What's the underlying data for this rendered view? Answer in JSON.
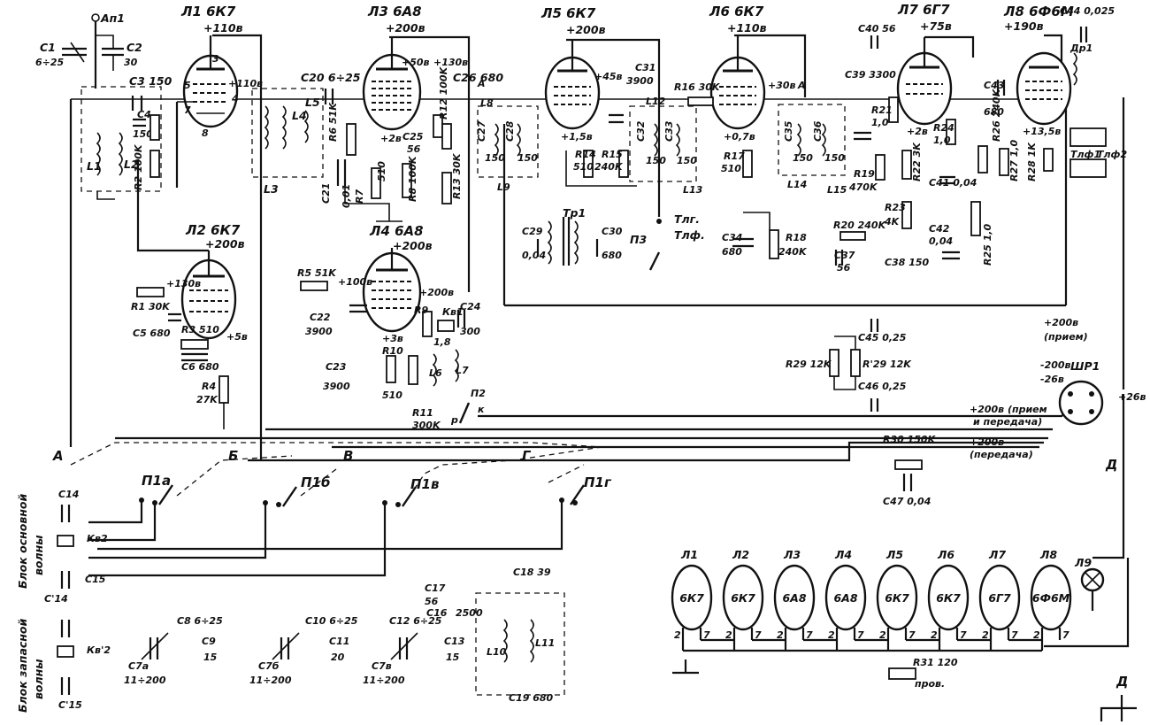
{
  "tubes": [
    {
      "id": "Л1",
      "type": "6К7",
      "label": "Л1 6К7",
      "volt": "+110в"
    },
    {
      "id": "Л2",
      "type": "6К7",
      "label": "Л2 6К7",
      "volt": "+200в"
    },
    {
      "id": "Л3",
      "type": "6А8",
      "label": "Л3 6А8",
      "volt": "+200в"
    },
    {
      "id": "Л4",
      "type": "6А8",
      "label": "Л4 6А8",
      "volt": "+200в"
    },
    {
      "id": "Л5",
      "type": "6К7",
      "label": "Л5 6К7",
      "volt": "+200в"
    },
    {
      "id": "Л6",
      "type": "6К7",
      "label": "Л6 6К7",
      "volt": "+110в"
    },
    {
      "id": "Л7",
      "type": "6Г7",
      "label": "Л7 6Г7",
      "volt": "+75в"
    },
    {
      "id": "Л8",
      "type": "6Ф6М",
      "label": "Л8 6Ф6М",
      "volt": "+190в"
    }
  ],
  "labels": {
    "antenna": "Ап1",
    "c1": "C1",
    "c1v": "6÷25",
    "c2": "C2",
    "c2v": "30",
    "c3": "C3 150",
    "c4": "C4",
    "c4v": "150",
    "r2": "R2 100K",
    "l1": "L1",
    "l2": "L2",
    "l3": "L3",
    "l4": "L4",
    "l5": "L5",
    "c20": "C20 6÷25",
    "r6": "R6 51K",
    "c21": "C21",
    "c21v": "0,01",
    "r7": "R7",
    "r7v": "510",
    "r8": "R8 100K",
    "c25": "C25",
    "c25v": "56",
    "c26": "C26 680",
    "r12": "R12 100K",
    "r13": "R13 30K",
    "l8": "L8",
    "l9": "L9",
    "c27": "C27",
    "c27v": "150",
    "c28": "C28",
    "c28v": "150",
    "l3v1": "+50в",
    "l3v2": "+130в",
    "l3v3": "+2в",
    "c31": "C31",
    "c31v": "3900",
    "l5v1": "+45в",
    "l5v2": "+1,5в",
    "r14": "R14",
    "r14v": "510",
    "r15": "R15",
    "r15v": "240K",
    "l12": "L12",
    "l13": "L13",
    "c32": "C32",
    "c32v": "150",
    "c33": "C33",
    "c33v": "150",
    "r16": "R16 30K",
    "l6v1": "+30в",
    "l6v2": "+0,7в",
    "r17": "R17",
    "r17v": "510",
    "c34": "C34",
    "c34v": "680",
    "r18": "R18",
    "r18v": "240K",
    "tr1": "Тр1",
    "c29": "C29",
    "c29v": "0,04",
    "c30": "C30",
    "c30v": "680",
    "p3": "П3",
    "tlg": "Тлг.",
    "tlf": "Тлф.",
    "c40": "C40 56",
    "c39": "C39 3300",
    "c35": "C35",
    "c35v": "150",
    "c36": "C36",
    "c36v": "150",
    "l14": "L14",
    "l15": "L15",
    "r19": "R19",
    "r19v": "470K",
    "r21": "R21",
    "r21v": "1,0",
    "l7v1": "+2в",
    "r24": "R24",
    "r24v": "1,0",
    "r22": "R22 3K",
    "r23": "R23",
    "r23v": "4K",
    "c41": "C41 0,04",
    "c42": "C42",
    "c42v": "0,04",
    "r20": "R20 240K",
    "c37": "C37",
    "c37v": "56",
    "c38": "C38 150",
    "r25": "R25 1,0",
    "r26": "R26 240K",
    "c43": "C43",
    "c43v": "680",
    "r27": "R27 1,0",
    "l8v": "+13,5в",
    "r28": "R28 1K",
    "c44": "C44 0,025",
    "dr1": "Др1",
    "tlf1": "Тлф1",
    "tlf2": "Тлф2",
    "r1": "R1 30K",
    "l2v1": "+130в",
    "l2v2": "+5в",
    "c5": "C5 680",
    "r3": "R3 510",
    "c6": "C6 680",
    "r4": "R4",
    "r4v": "27K",
    "r5": "R5 51K",
    "l4v1": "+100в",
    "l4v2": "+200в",
    "l4v3": "+3в",
    "c22": "C22",
    "c22v": "3900",
    "r9": "R9",
    "r9v": "1,8",
    "kv1": "Кв1",
    "c24": "C24",
    "c24v": "300",
    "c23": "C23",
    "c23v": "3900",
    "r10": "R10",
    "r10v": "510",
    "l6": "L6",
    "l7": "L7",
    "r11": "R11",
    "r11v": "300K",
    "p2": "П2",
    "p2p": "р",
    "p2k": "к",
    "c45": "C45 0,25",
    "c46": "C46 0,25",
    "r29": "R29 12K",
    "r29b": "R'29 12K",
    "shr1": "ШР1",
    "ps1": "+200в",
    "ps1b": "(прием)",
    "ps2": "-200в",
    "ps3": "-26в",
    "ps4": "+26в",
    "ps5": "+200в (прием",
    "ps5b": "и передача)",
    "ps6": "+200в",
    "ps6b": "(передача)",
    "r30": "R30 150K",
    "c47": "C47 0,04",
    "nodeA": "А",
    "nodeB": "Б",
    "nodeV": "В",
    "nodeG": "Г",
    "nodeD": "Д",
    "p1a": "П1а",
    "p1b": "П1б",
    "p1v": "П1в",
    "p1g": "П1г",
    "c14": "C14",
    "c15": "C15",
    "c14b": "C'14",
    "c15b": "C'15",
    "kv2": "Кв2",
    "kv2b": "Кв'2",
    "block1a": "Блок основной",
    "block1b": "волны",
    "block2a": "Блок запасной",
    "block2b": "волны",
    "c7a": "C7а",
    "c7av": "11÷200",
    "c8": "C8 6÷25",
    "c9": "C9",
    "c9v": "15",
    "c7b": "C7б",
    "c7bv": "11÷200",
    "c10": "C10 6÷25",
    "c11": "C11",
    "c11v": "20",
    "c7v": "C7в",
    "c7vv": "11÷200",
    "c12": "C12 6÷25",
    "c13": "C13",
    "c13v": "15",
    "c16": "C16",
    "c16v": "2500",
    "c17": "C17",
    "c17v": "56",
    "c18": "C18 39",
    "c19": "C19 680",
    "l10": "L10",
    "l11": "L11",
    "r31": "R31 120",
    "r31b": "пров.",
    "l9lamp": "Л9",
    "dBottom": "Д"
  },
  "filament_row": [
    {
      "id": "Л1",
      "type": "6К7"
    },
    {
      "id": "Л2",
      "type": "6К7"
    },
    {
      "id": "Л3",
      "type": "6А8"
    },
    {
      "id": "Л4",
      "type": "6А8"
    },
    {
      "id": "Л5",
      "type": "6К7"
    },
    {
      "id": "Л6",
      "type": "6К7"
    },
    {
      "id": "Л7",
      "type": "6Г7"
    },
    {
      "id": "Л8",
      "type": "6Ф6М"
    }
  ],
  "pin_labels": {
    "p2": "2",
    "p7": "7"
  }
}
